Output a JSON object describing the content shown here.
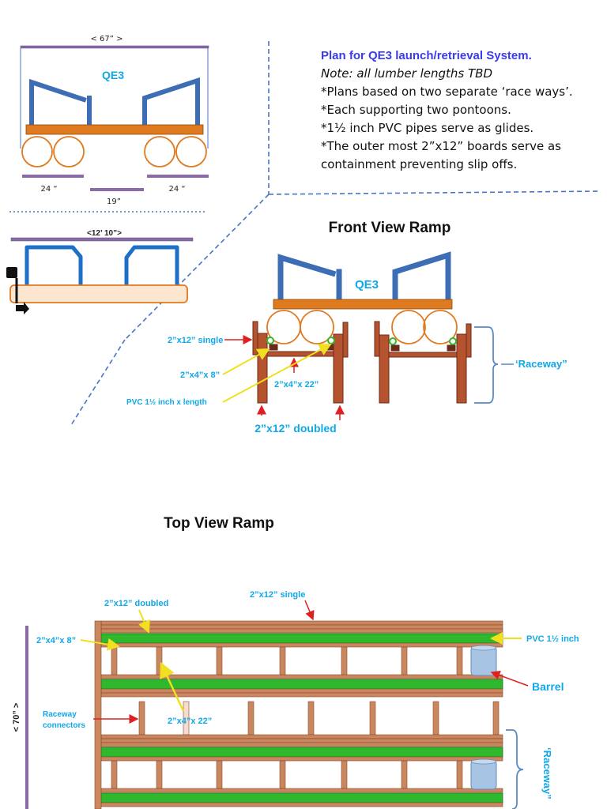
{
  "plan": {
    "title": "Plan for QE3 launch/retrieval System.",
    "note": "Note: all lumber lengths TBD",
    "bullet1": "*Plans based on two separate ‘race ways’.",
    "bullet2": "*Each supporting  two pontoons.",
    "bullet3": "*1½ inch PVC pipes serve as glides.",
    "bullet4": "*The outer most 2”x12” boards serve as",
    "bullet4b": "containment preventing slip offs."
  },
  "boat_sketch": {
    "width_label": "< 67” >",
    "name": "QE3",
    "dim_left": "24 “",
    "dim_right": "24 “",
    "dim_center": "19”"
  },
  "side_sketch": {
    "length_label": "<12’  10”>"
  },
  "front_view": {
    "title": "Front View  Ramp",
    "boat_name": "QE3",
    "label_single": "2”x12” single",
    "label_2x4x8": "2”x4”x 8”",
    "label_2x4x22": "2”x4”x 22”",
    "label_pvc": "PVC 1½ inch  x length",
    "label_doubled": "2”x12” doubled",
    "label_raceway": "‘Raceway”"
  },
  "top_view": {
    "title": "Top View  Ramp",
    "label_single": "2”x12” single",
    "label_doubled": "2”x12” doubled",
    "label_2x4x8": "2”x4”x 8”",
    "label_pvc": "PVC 1½ inch",
    "label_barrel": "Barrel",
    "label_connectors_1": "Raceway",
    "label_connectors_2": "connectors",
    "label_2x4x22": "2”x4”x 22”",
    "label_width": "< 70” >",
    "label_raceway": "‘Raceway”"
  },
  "colors": {
    "blue_frame": "#3d6db5",
    "orange": "#e07a1f",
    "wood": "#b5532f",
    "wood_dark": "#6b2a18",
    "green": "#2db82d",
    "cyan_text": "#10a8e8",
    "title_blue": "#3a3aef",
    "purple": "#8a6aa8",
    "barrel": "#a8c4e4"
  }
}
